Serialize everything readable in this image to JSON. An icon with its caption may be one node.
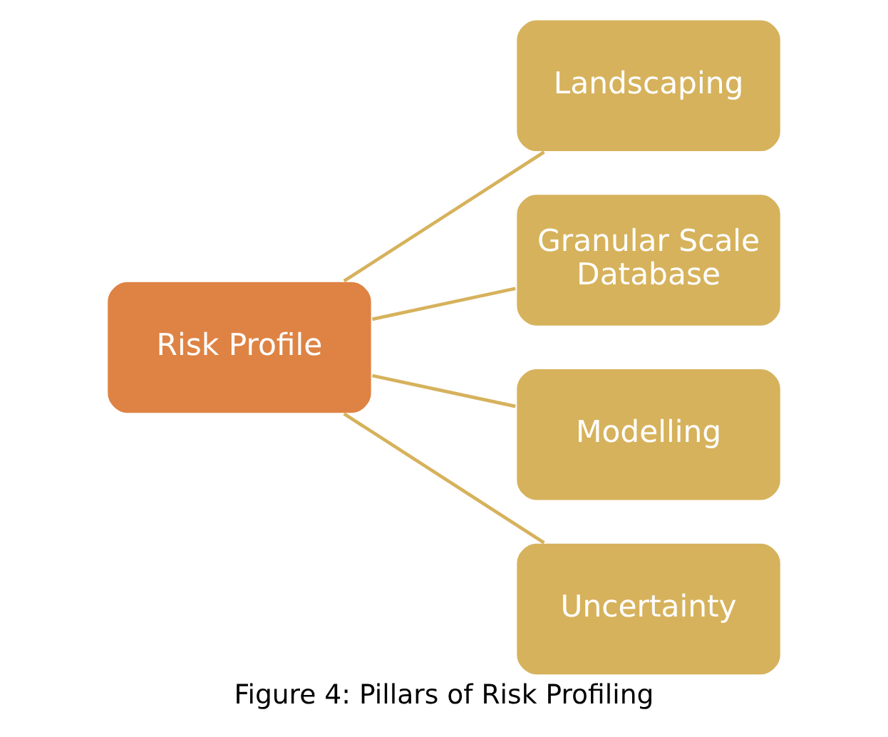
{
  "diagram": {
    "caption": "Figure 4: Pillars of Risk Profiling",
    "nodes": [
      {
        "text": [
          "Risk Profile"
        ]
      },
      {
        "text": [
          "Landscaping"
        ]
      },
      {
        "text": [
          "Granular Scale Database"
        ]
      },
      {
        "text": [
          "Modelling"
        ]
      },
      {
        "text": [
          "Uncertainty"
        ]
      }
    ],
    "edges": [
      {
        "from": 0,
        "to": 1,
        "arrow": "none"
      },
      {
        "from": 0,
        "to": 2,
        "arrow": "none"
      },
      {
        "from": 0,
        "to": 3,
        "arrow": "none"
      },
      {
        "from": 0,
        "to": 4,
        "arrow": "none"
      }
    ]
  }
}
